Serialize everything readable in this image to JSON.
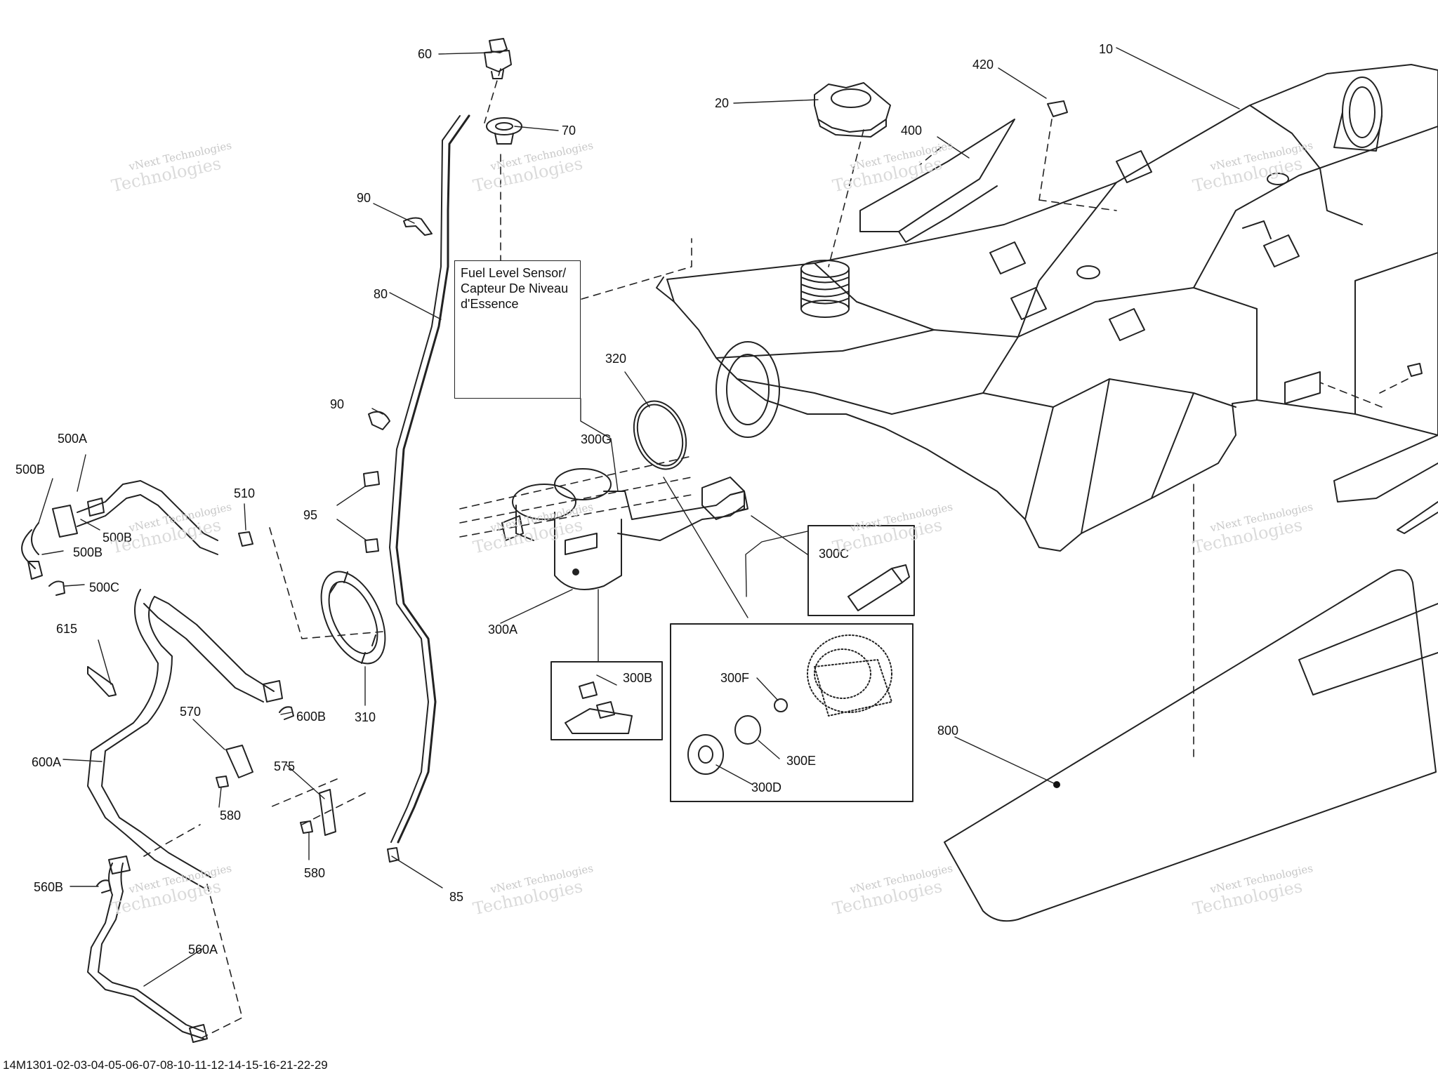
{
  "callout": {
    "line1": "Fuel Level Sensor/",
    "line2": "Capteur De Niveau",
    "line3": "d'Essence"
  },
  "watermark": {
    "line1": "vNext Technologies",
    "line2": "Technologies"
  },
  "footer": "14M1301-02-03-04-05-06-07-08-10-11-12-14-15-16-21-22-29",
  "labels": {
    "l10": "10",
    "l20": "20",
    "l60": "60",
    "l70": "70",
    "l80": "80",
    "l85": "85",
    "l90a": "90",
    "l90b": "90",
    "l95": "95",
    "l300A": "300A",
    "l300B": "300B",
    "l300C": "300C",
    "l300D": "300D",
    "l300E": "300E",
    "l300F": "300F",
    "l300G": "300G",
    "l310": "310",
    "l320": "320",
    "l400": "400",
    "l420": "420",
    "l500A": "500A",
    "l500B1": "500B",
    "l500B2": "500B",
    "l500B3": "500B",
    "l500C": "500C",
    "l510": "510",
    "l560A": "560A",
    "l560B": "560B",
    "l570": "570",
    "l575": "575",
    "l580a": "580",
    "l580b": "580",
    "l600A": "600A",
    "l600B": "600B",
    "l615": "615",
    "l800": "800"
  }
}
